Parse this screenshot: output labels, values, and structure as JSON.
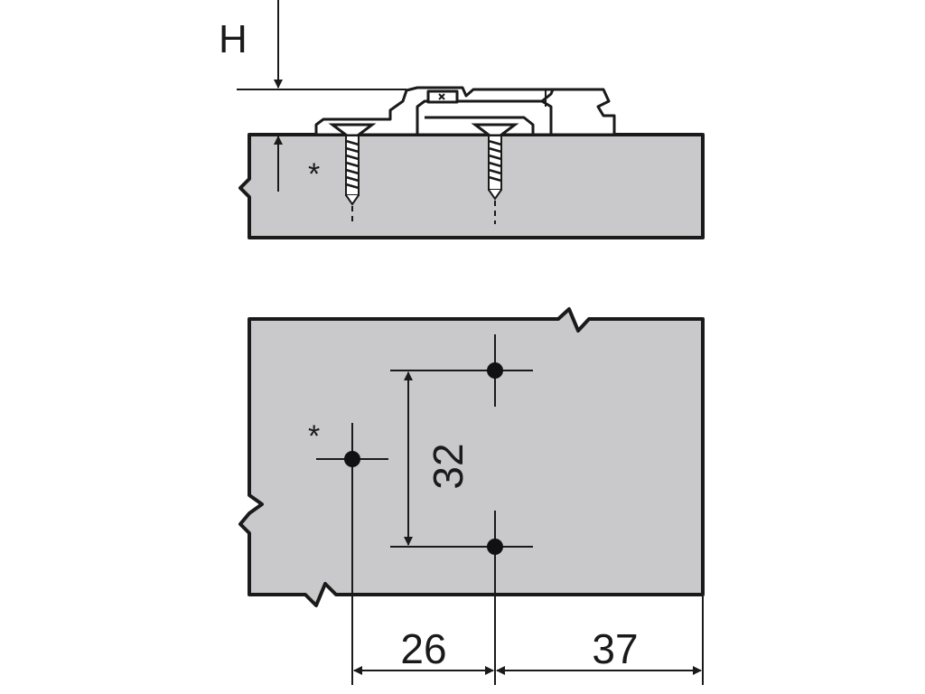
{
  "labels": {
    "height": "H",
    "asterisk_side": "*",
    "asterisk_plan": "*",
    "dim_vertical": "32",
    "dim_left": "26",
    "dim_right": "37"
  },
  "colors": {
    "panel_fill": "#c9c9cb",
    "ink": "#1a1a1a",
    "background": "#ffffff"
  }
}
